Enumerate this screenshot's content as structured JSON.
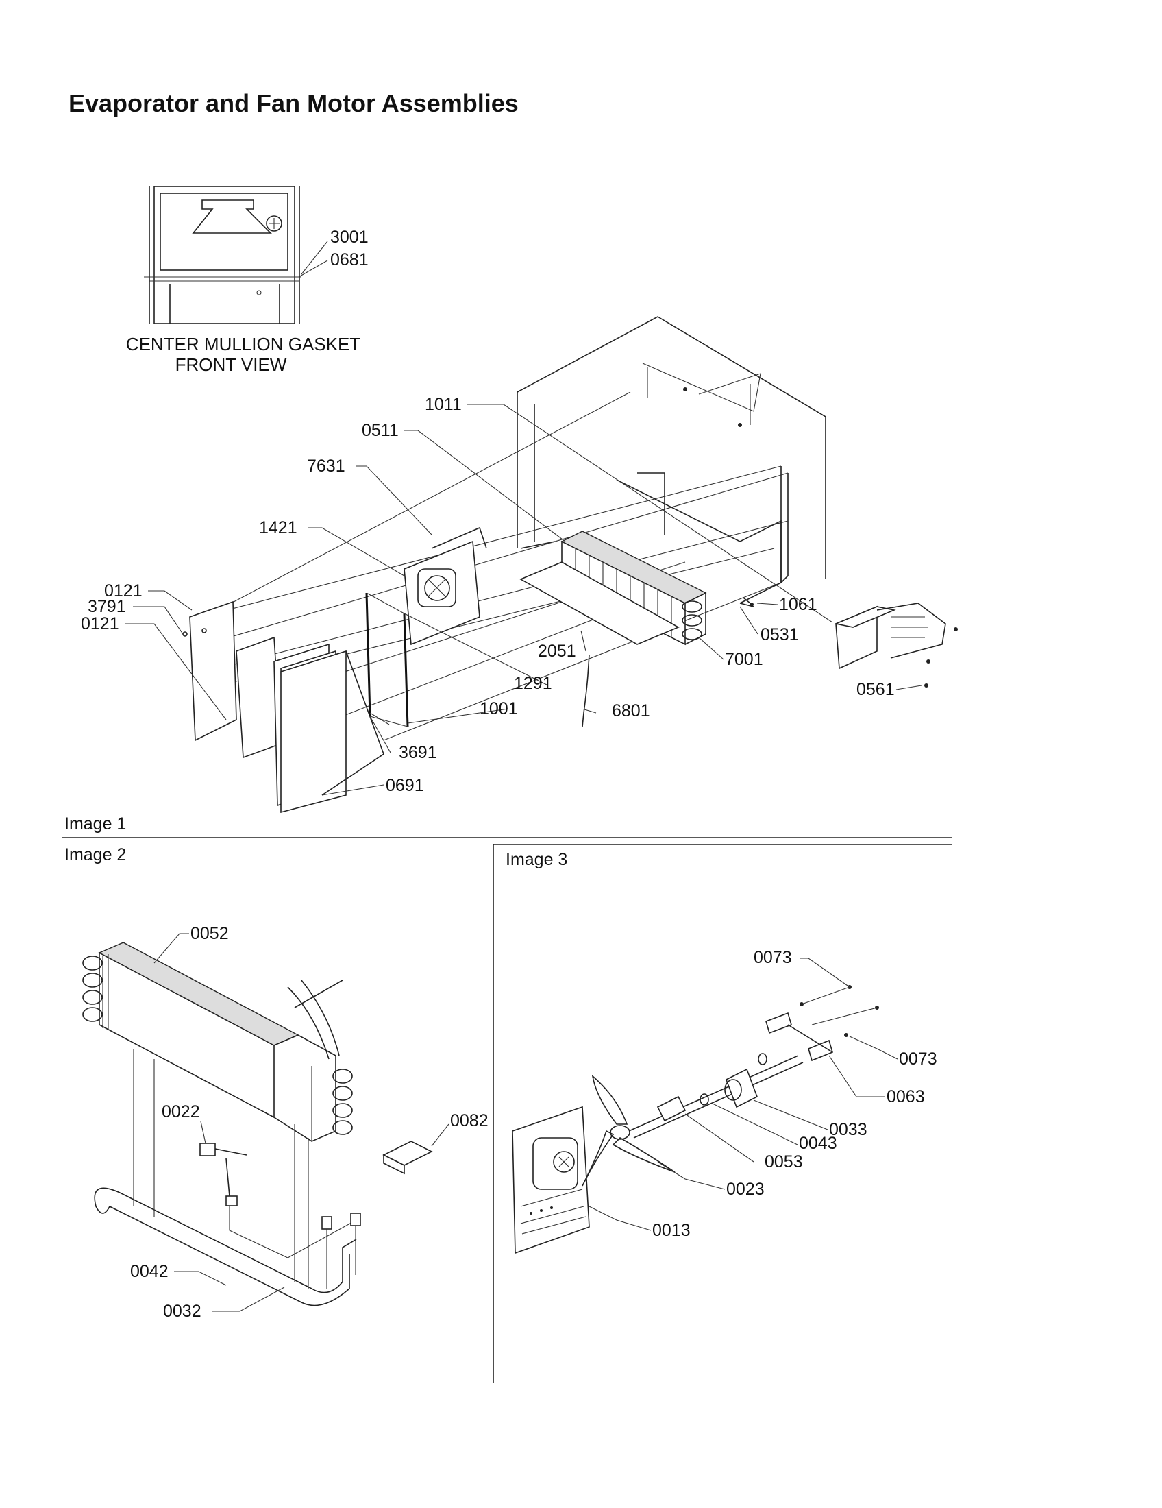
{
  "title": "Evaporator and Fan Motor Assemblies",
  "inset": {
    "caption_line1": "CENTER MULLION GASKET",
    "caption_line2": "FRONT VIEW"
  },
  "images": {
    "image1": "Image 1",
    "image2": "Image 2",
    "image3": "Image 3"
  },
  "parts": {
    "p3001": "3001",
    "p0681": "0681",
    "p1011": "1011",
    "p0511": "0511",
    "p7631": "7631",
    "p1421": "1421",
    "p0121a": "0121",
    "p3791": "3791",
    "p0121b": "0121",
    "p1061": "1061",
    "p0531": "0531",
    "p2051": "2051",
    "p7001": "7001",
    "p1291": "1291",
    "p1001": "1001",
    "p6801": "6801",
    "p0561": "0561",
    "p3691": "3691",
    "p0691": "0691",
    "p0052": "0052",
    "p0022": "0022",
    "p0082": "0082",
    "p0042": "0042",
    "p0032": "0032",
    "p0073a": "0073",
    "p0073b": "0073",
    "p0063": "0063",
    "p0033": "0033",
    "p0043": "0043",
    "p0053": "0053",
    "p0023": "0023",
    "p0013": "0013"
  }
}
